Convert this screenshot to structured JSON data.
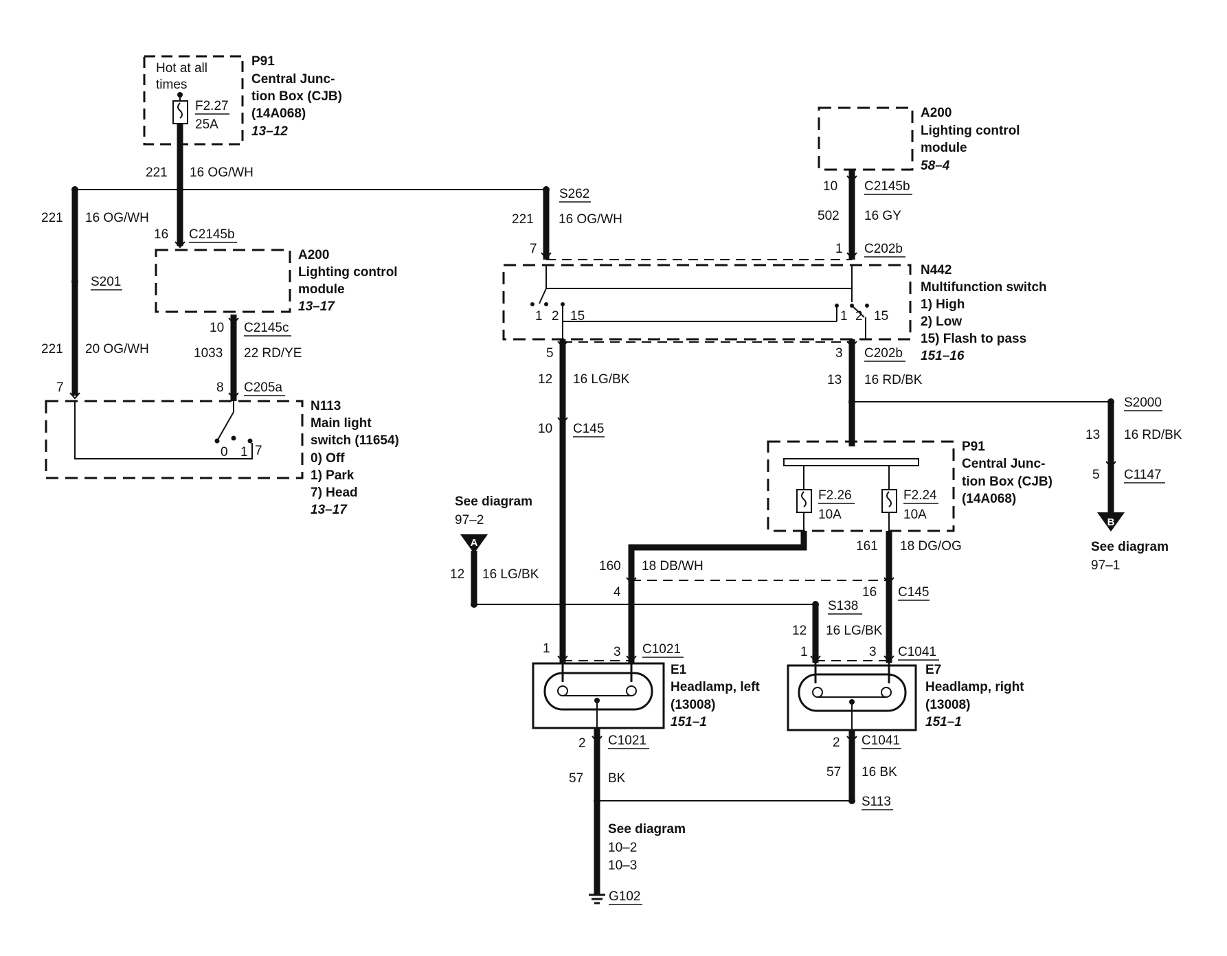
{
  "components": {
    "p91_top": {
      "id": "P91",
      "name_lines": [
        "Central Junc-",
        "tion Box (CJB)",
        "(14A068)"
      ],
      "ref": "13–12",
      "note_lines": [
        "Hot at all",
        "times"
      ],
      "fuse": "F2.27",
      "fuse_rating": "25A"
    },
    "a200_left": {
      "id": "A200",
      "name_lines": [
        "Lighting control",
        "module"
      ],
      "ref": "13–17"
    },
    "n113": {
      "id": "N113",
      "name_lines": [
        "Main light",
        "switch (11654)"
      ],
      "positions": [
        "0)   Off",
        "1)   Park",
        "7)   Head"
      ],
      "ref": "13–17",
      "contact_labels": [
        "0",
        "1",
        "7"
      ]
    },
    "a200_right": {
      "id": "A200",
      "name_lines": [
        "Lighting control",
        "module"
      ],
      "ref": "58–4"
    },
    "n442": {
      "id": "N442",
      "name_lines": [
        "Multifunction switch"
      ],
      "positions": [
        "1)   High",
        "2)   Low",
        "15)  Flash to pass"
      ],
      "ref": "151–16",
      "contact_labels_left": [
        "1",
        "2",
        "15"
      ],
      "contact_labels_right": [
        "1",
        "2",
        "15"
      ]
    },
    "p91_mid": {
      "id": "P91",
      "name_lines": [
        "Central Junc-",
        "tion Box (CJB)",
        "(14A068)"
      ],
      "fuse1": "F2.26",
      "fuse1_rating": "10A",
      "fuse2": "F2.24",
      "fuse2_rating": "10A"
    },
    "e1": {
      "id": "E1",
      "name_lines": [
        "Headlamp, left",
        "(13008)"
      ],
      "ref": "151–1"
    },
    "e7": {
      "id": "E7",
      "name_lines": [
        "Headlamp, right",
        "(13008)"
      ],
      "ref": "151–1"
    }
  },
  "wires": {
    "w221_top": {
      "circuit": "221",
      "spec": "16 OG/WH"
    },
    "w221_left": {
      "circuit": "221",
      "spec": "16 OG/WH"
    },
    "w221_left_lower": {
      "circuit": "221",
      "spec": "20 OG/WH"
    },
    "w221_mid": {
      "circuit": "221",
      "spec": "16 OG/WH"
    },
    "w1033": {
      "circuit": "1033",
      "spec": "22 RD/YE"
    },
    "w502": {
      "circuit": "502",
      "spec": "16 GY"
    },
    "w12_mid": {
      "circuit": "12",
      "spec": "16 LG/BK"
    },
    "w13_mid": {
      "circuit": "13",
      "spec": "16 RD/BK"
    },
    "w13_right": {
      "circuit": "13",
      "spec": "16 RD/BK"
    },
    "w12_left": {
      "circuit": "12",
      "spec": "16 LG/BK"
    },
    "w160": {
      "circuit": "160",
      "spec": "18 DB/WH"
    },
    "w161": {
      "circuit": "161",
      "spec": "18 DG/OG"
    },
    "w12_right": {
      "circuit": "12",
      "spec": "16 LG/BK"
    },
    "w57_left": {
      "circuit": "57",
      "spec": "BK"
    },
    "w57_right": {
      "circuit": "57",
      "spec": "16 BK"
    }
  },
  "connectors": {
    "c2145b_left": {
      "name": "C2145b",
      "pin": "16"
    },
    "c2145c": {
      "name": "C2145c",
      "pin": "10"
    },
    "c205a_7": {
      "pin": "7"
    },
    "c205a": {
      "name": "C205a",
      "pin": "8"
    },
    "c2145b_right": {
      "name": "C2145b",
      "pin": "10"
    },
    "c202b_top": {
      "name": "C202b",
      "pin": "1"
    },
    "c202b_top_7": {
      "pin": "7"
    },
    "c202b_bot": {
      "name": "C202b",
      "pin": "3"
    },
    "c202b_bot_5": {
      "pin": "5"
    },
    "c145_mid": {
      "name": "C145",
      "pin": "10"
    },
    "c1147": {
      "name": "C1147",
      "pin": "5"
    },
    "c145_low_4": {
      "pin": "4"
    },
    "c145_low": {
      "name": "C145",
      "pin": "16"
    },
    "c1021_top_1": {
      "pin": "1"
    },
    "c1021_top": {
      "name": "C1021",
      "pin": "3"
    },
    "c1041_top_1": {
      "pin": "1"
    },
    "c1041_top": {
      "name": "C1041",
      "pin": "3"
    },
    "c1021_bot": {
      "name": "C1021",
      "pin": "2"
    },
    "c1041_bot": {
      "name": "C1041",
      "pin": "2"
    }
  },
  "splices": {
    "s262": "S262",
    "s201": "S201",
    "s2000": "S2000",
    "s138": "S138",
    "s113": "S113"
  },
  "ground": "G102",
  "refs": {
    "a": {
      "letter": "A",
      "text": "See diagram",
      "num": "97–2"
    },
    "b": {
      "letter": "B",
      "text": "See diagram",
      "num": "97–1"
    },
    "ground": {
      "text": "See diagram",
      "lines": [
        "10–2",
        "10–3"
      ]
    }
  }
}
